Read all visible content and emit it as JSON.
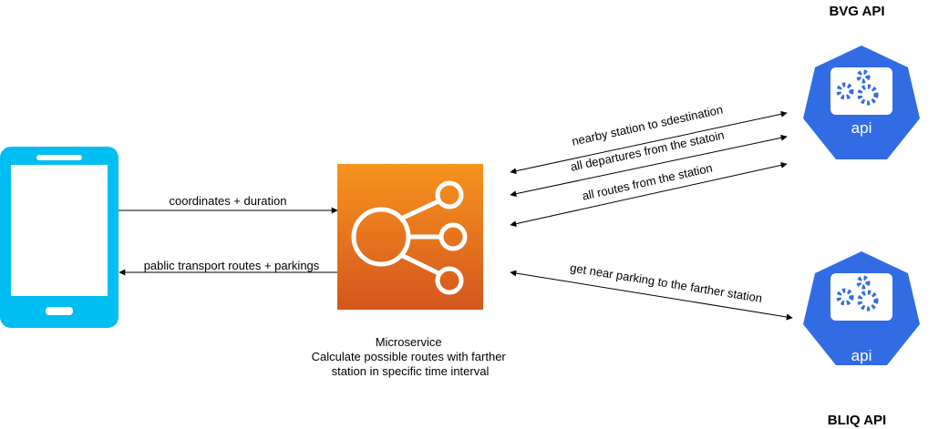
{
  "colors": {
    "phone": "#00bef2",
    "micro_top": "#f7941e",
    "micro_bottom": "#d4561d",
    "api_hex": "#326ce5",
    "api_inner": "#ffffff",
    "edge": "#000000"
  },
  "nodes": {
    "phone": {
      "icon": "smartphone-icon"
    },
    "microservice": {
      "icon": "microservice-hub-icon",
      "caption": [
        "Microservice",
        "Calculate possible routes with farther",
        "station in specific time interval"
      ]
    },
    "bvg_api": {
      "title": "BVG API",
      "icon": "api-gear-icon",
      "word": "api"
    },
    "bliq_api": {
      "title": "BLIQ API",
      "icon": "api-gear-icon",
      "word": "api"
    }
  },
  "edges": {
    "request": "coordinates + duration",
    "response": "pablic transport routes + parkings",
    "bvg_nearby": "nearby station to sdestination",
    "bvg_departures": "all departures from the statoin",
    "bvg_routes": "all routes from the station",
    "bliq_parking": "get near parking to the farther station"
  }
}
